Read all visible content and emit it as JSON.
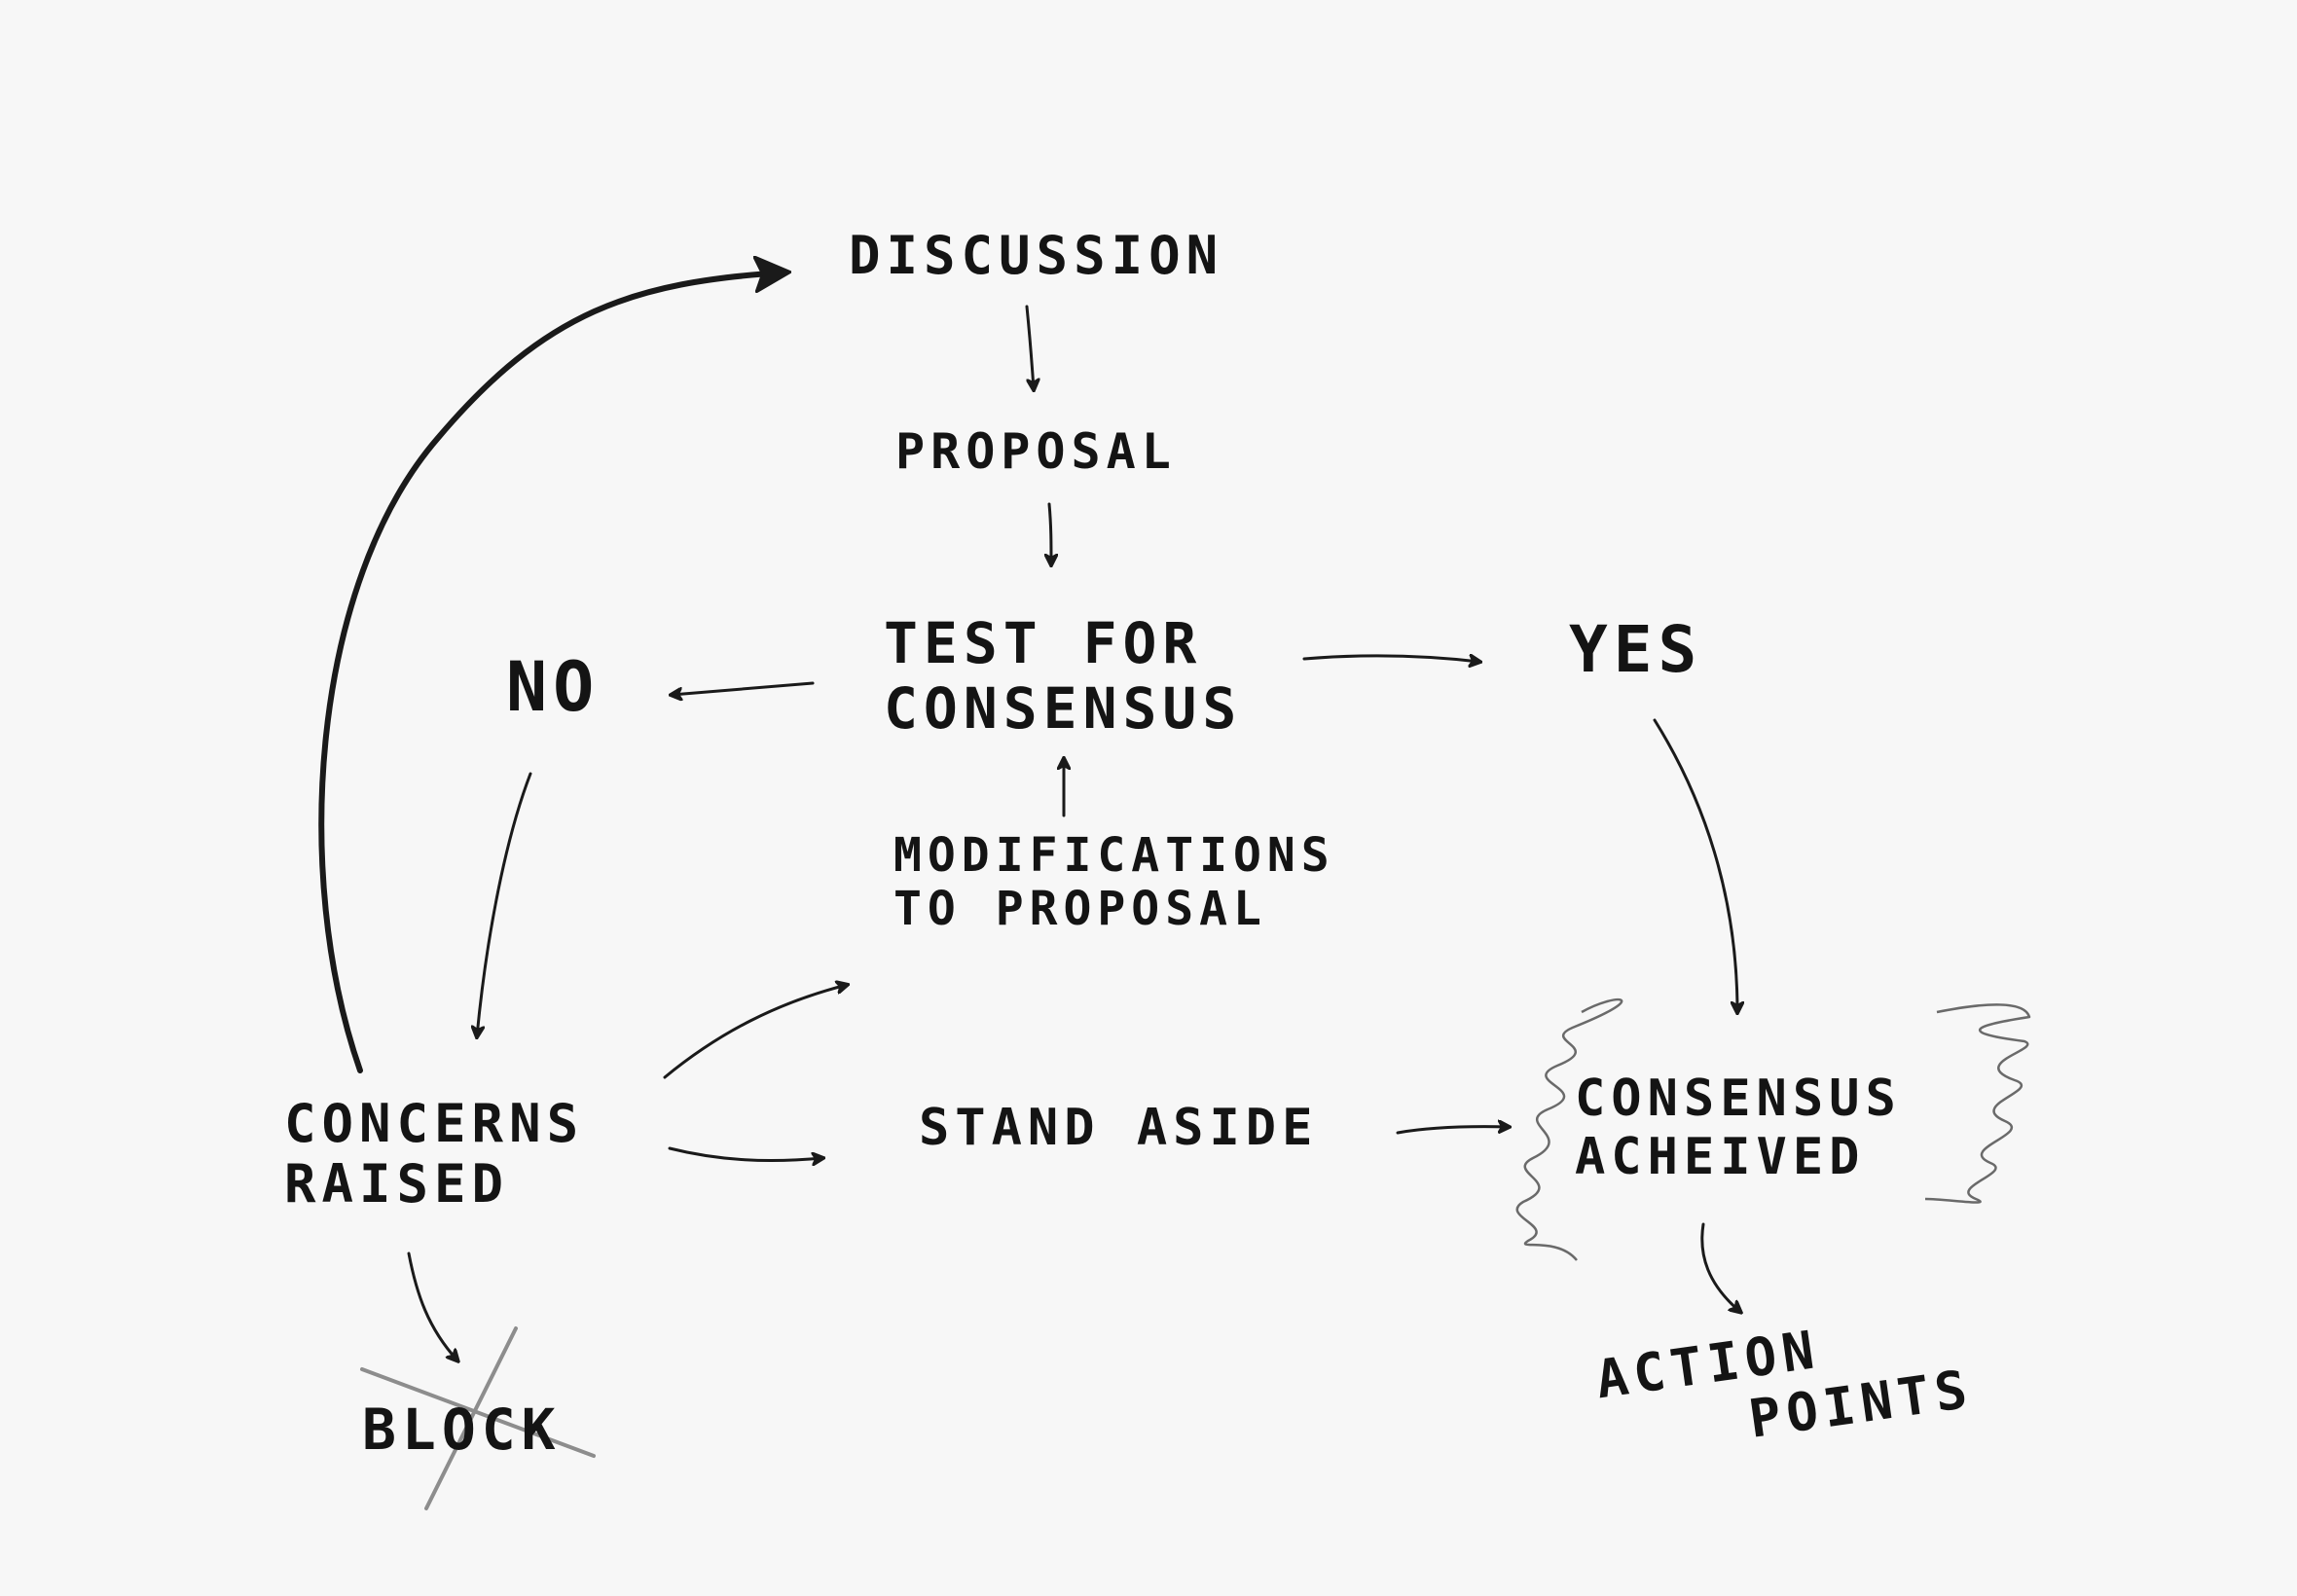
{
  "diagram": {
    "nodes": {
      "discussion": "DISCUSSION",
      "proposal": "PROPOSAL",
      "test_line1": "TEST FOR",
      "test_line2": "CONSENSUS",
      "no": "NO",
      "yes": "YES",
      "modifications_line1": "MODIFICATIONS",
      "modifications_line2": "TO PROPOSAL",
      "concerns_line1": "CONCERNS",
      "concerns_line2": "RAISED",
      "stand_aside": "STAND ASIDE",
      "consensus_line1": "CONSENSUS",
      "consensus_line2": "ACHEIVED",
      "block": "BLOCK",
      "action_line1": "ACTION",
      "action_line2": "POINTS"
    },
    "edges": [
      {
        "from": "discussion",
        "to": "proposal"
      },
      {
        "from": "proposal",
        "to": "test_for_consensus"
      },
      {
        "from": "test_for_consensus",
        "to": "no"
      },
      {
        "from": "test_for_consensus",
        "to": "yes"
      },
      {
        "from": "no",
        "to": "concerns_raised"
      },
      {
        "from": "yes",
        "to": "consensus_acheived"
      },
      {
        "from": "modifications_to_proposal",
        "to": "test_for_consensus"
      },
      {
        "from": "concerns_raised",
        "to": "modifications_to_proposal"
      },
      {
        "from": "concerns_raised",
        "to": "stand_aside"
      },
      {
        "from": "concerns_raised",
        "to": "discussion"
      },
      {
        "from": "concerns_raised",
        "to": "block"
      },
      {
        "from": "stand_aside",
        "to": "consensus_acheived"
      },
      {
        "from": "consensus_acheived",
        "to": "action_points"
      }
    ],
    "colors": {
      "ink": "#1a1a1a",
      "paper": "#f7f7f7",
      "scribble": "#6a6a6a",
      "strike": "#8d8d8d"
    }
  }
}
